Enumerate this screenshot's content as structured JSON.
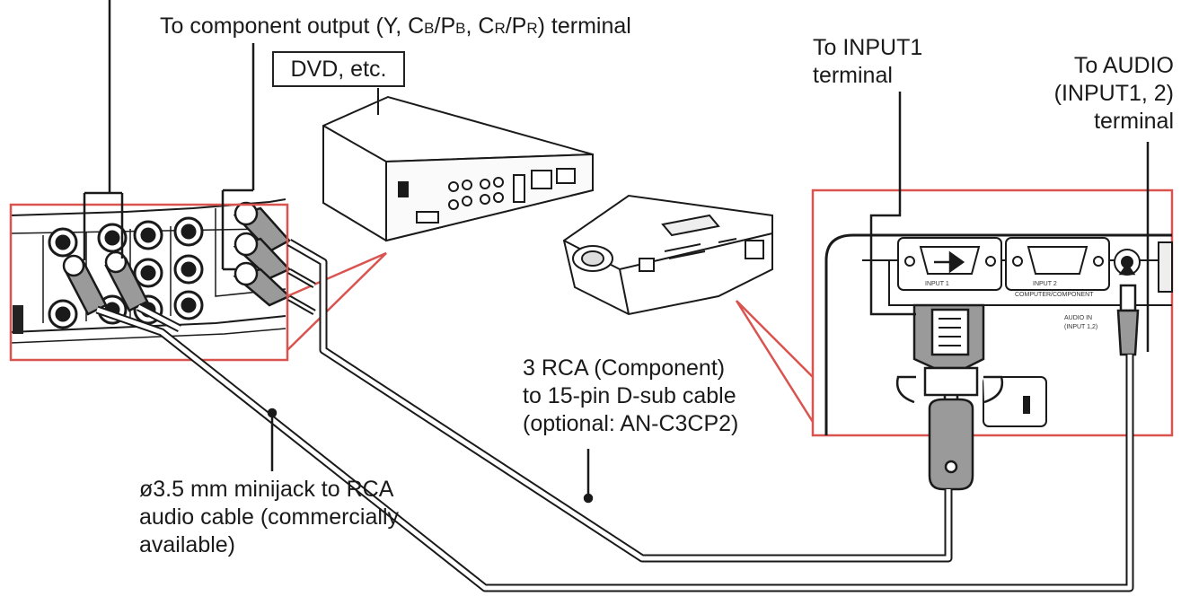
{
  "labels": {
    "component_output_prefix": "To component output (Y, C",
    "cb_sub": "B",
    "pb_prefix": "/P",
    "pb_sub": "B",
    "cr_prefix": ", C",
    "cr_sub": "R",
    "pr_prefix": "/P",
    "pr_sub": "R",
    "component_output_suffix": ") terminal",
    "dvd": "DVD, etc.",
    "input1_line1": "To INPUT1",
    "input1_line2": "terminal",
    "audio_line1": "To AUDIO",
    "audio_line2": "(INPUT1, 2)",
    "audio_line3": "terminal",
    "rca_cable_line1": "3 RCA (Component)",
    "rca_cable_line2": "to 15-pin D-sub cable",
    "rca_cable_line3": "(optional: AN-C3CP2)",
    "audio_cable_line1": "ø3.5 mm minijack to RCA",
    "audio_cable_line2": "audio cable (commercially",
    "audio_cable_line3": "available)",
    "port_input1": "INPUT 1",
    "port_input2": "INPUT 2",
    "port_input2_sub": "COMPUTER/COMPONENT",
    "port_audio": "AUDIO IN",
    "port_audio_sub": "(INPUT 1,2)"
  },
  "colors": {
    "callout_frame": "#d9534f",
    "line": "#1a1a1a",
    "device_fill": "#ffffff",
    "cable_fill": "#ffffff"
  }
}
